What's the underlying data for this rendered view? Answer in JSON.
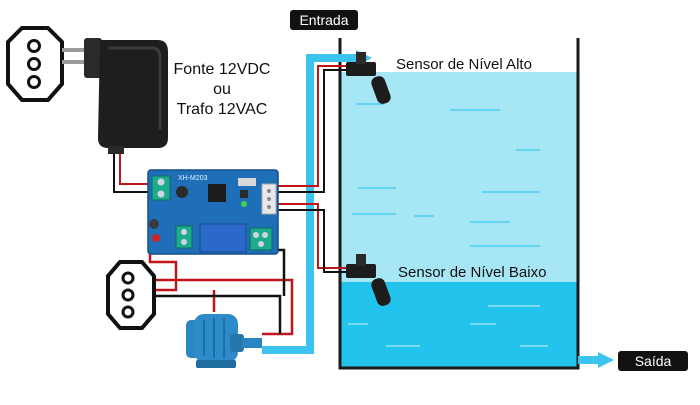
{
  "power_supply": {
    "line1": "Fonte 12VDC",
    "line2": "ou",
    "line3": "Trafo 12VAC"
  },
  "labels": {
    "inlet": "Entrada",
    "outlet": "Saída",
    "sensor_high": "Sensor de Nível Alto",
    "sensor_low": "Sensor de Nível Baixo"
  },
  "board": {
    "silkscreen": "XH-M203"
  },
  "colors": {
    "water_light": "#a6e6f5",
    "water_dark": "#22c4ee",
    "pipe": "#3cc3ee",
    "wire_red": "#c0161b",
    "wire_black": "#111111",
    "board": "#1f6fb8",
    "relay": "#2a69c9",
    "pump": "#2a86c0",
    "tag_bg": "#111111"
  }
}
